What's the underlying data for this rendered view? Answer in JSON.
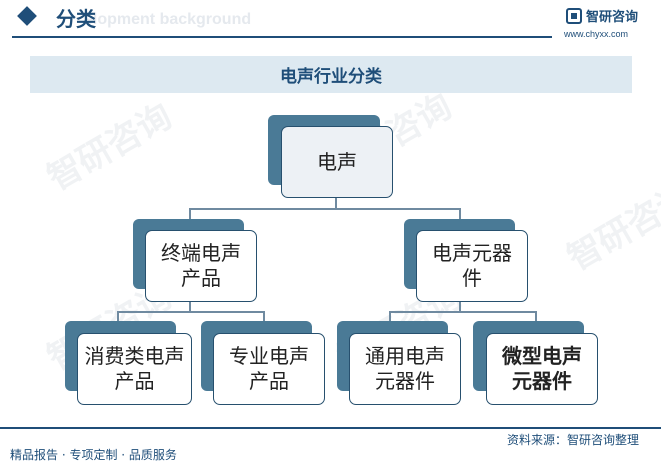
{
  "header": {
    "title": "分类",
    "ghost_text": "elopment background",
    "logo_name": "智研咨询",
    "logo_url": "www.chyxx.com"
  },
  "watermark_text": "智研咨询",
  "diagram": {
    "title": "电声行业分类",
    "root": "电声",
    "branch_left": "终端电声产品",
    "branch_right": "电声元器件",
    "leaf_1": "消费类电声产品",
    "leaf_2": "专业电声产品",
    "leaf_3": "通用电声元器件",
    "leaf_4": "微型电声元器件"
  },
  "footer": {
    "left": "精品报告 · 专项定制 · 品质服务",
    "source": "资料来源：智研咨询整理"
  },
  "colors": {
    "primary": "#1f4e79",
    "node_shadow": "#4a7a96",
    "banner_bg": "#dde9f1"
  }
}
